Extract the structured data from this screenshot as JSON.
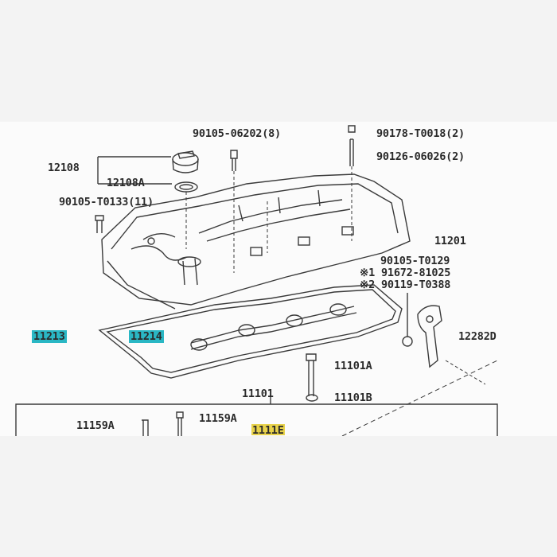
{
  "parts": {
    "p90105_06202": "90105-06202(8)",
    "p90178_T0018": "90178-T0018(2)",
    "p90126_06026": "90126-06026(2)",
    "p12108": "12108",
    "p12108A": "12108A",
    "p90105_T0133": "90105-T0133(11)",
    "p11201": "11201",
    "p90105_T0129": "90105-T0129",
    "p91672_81025": "※1 91672-81025",
    "p90119_T0388": "※2 90119-T0388",
    "p11213": "11213",
    "p11214": "11214",
    "p12282D": "12282D",
    "p11101A": "11101A",
    "p11101": "11101",
    "p11101B": "11101B",
    "p11159A_left": "11159A",
    "p11159A_right": "11159A",
    "p1111E": "1111E"
  },
  "colors": {
    "highlight_cyan": "#2ab7c4",
    "highlight_yellow": "#e8d24a",
    "line": "#3a3a3a"
  }
}
